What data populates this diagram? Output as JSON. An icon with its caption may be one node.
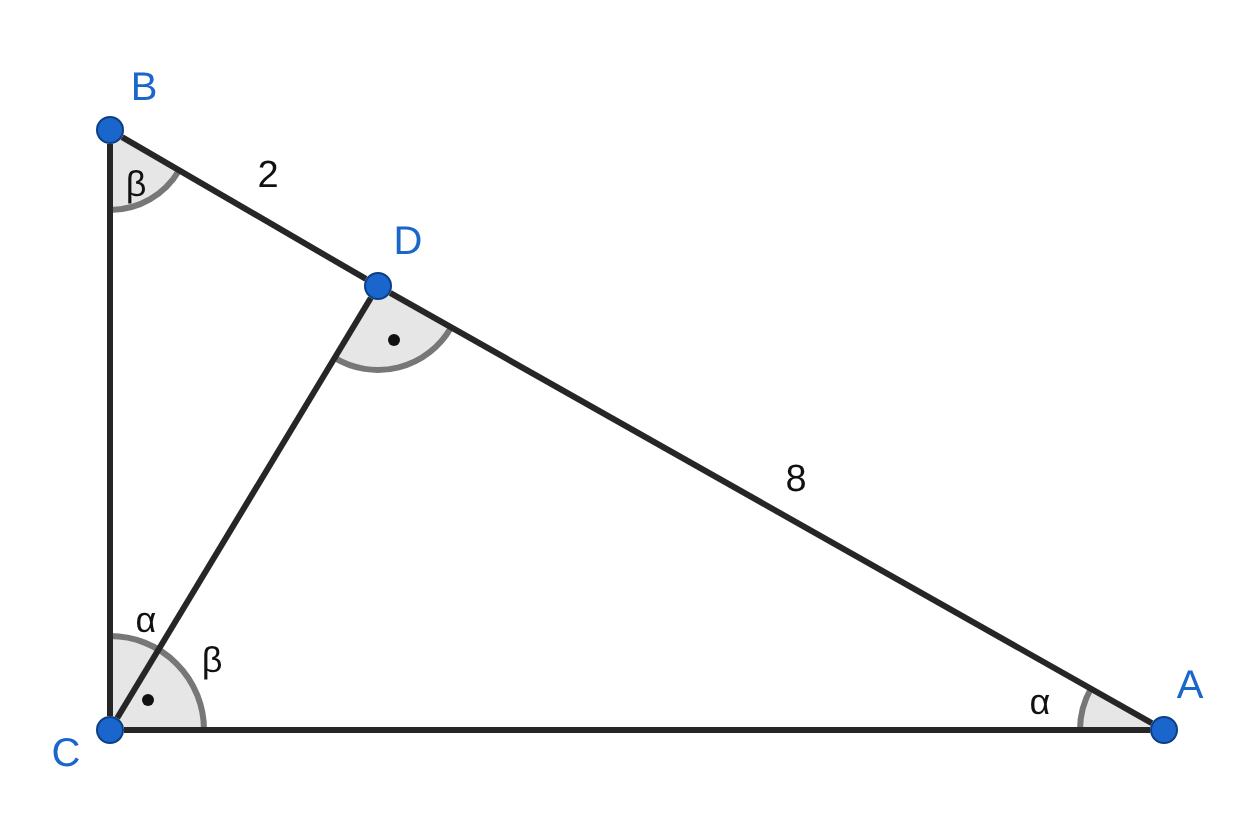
{
  "diagram": {
    "nodes": [
      {
        "text": [],
        "shape": "circle",
        "beside": [
          "B"
        ]
      },
      {
        "text": [],
        "shape": "circle",
        "beside": [
          "D"
        ]
      },
      {
        "text": [],
        "shape": "circle",
        "beside": [
          "C"
        ]
      },
      {
        "text": [],
        "shape": "circle",
        "beside": [
          "A"
        ]
      }
    ],
    "edges": [
      {
        "from": 0,
        "to": 1,
        "arrow": "none",
        "label": "2"
      },
      {
        "from": 1,
        "to": 3,
        "arrow": "none",
        "label": "8"
      },
      {
        "from": 0,
        "to": 2,
        "arrow": "none"
      },
      {
        "from": 2,
        "to": 1,
        "arrow": "none"
      },
      {
        "from": 2,
        "to": 3,
        "arrow": "none"
      }
    ],
    "labels": [
      "β",
      "α",
      "β",
      "α"
    ]
  }
}
